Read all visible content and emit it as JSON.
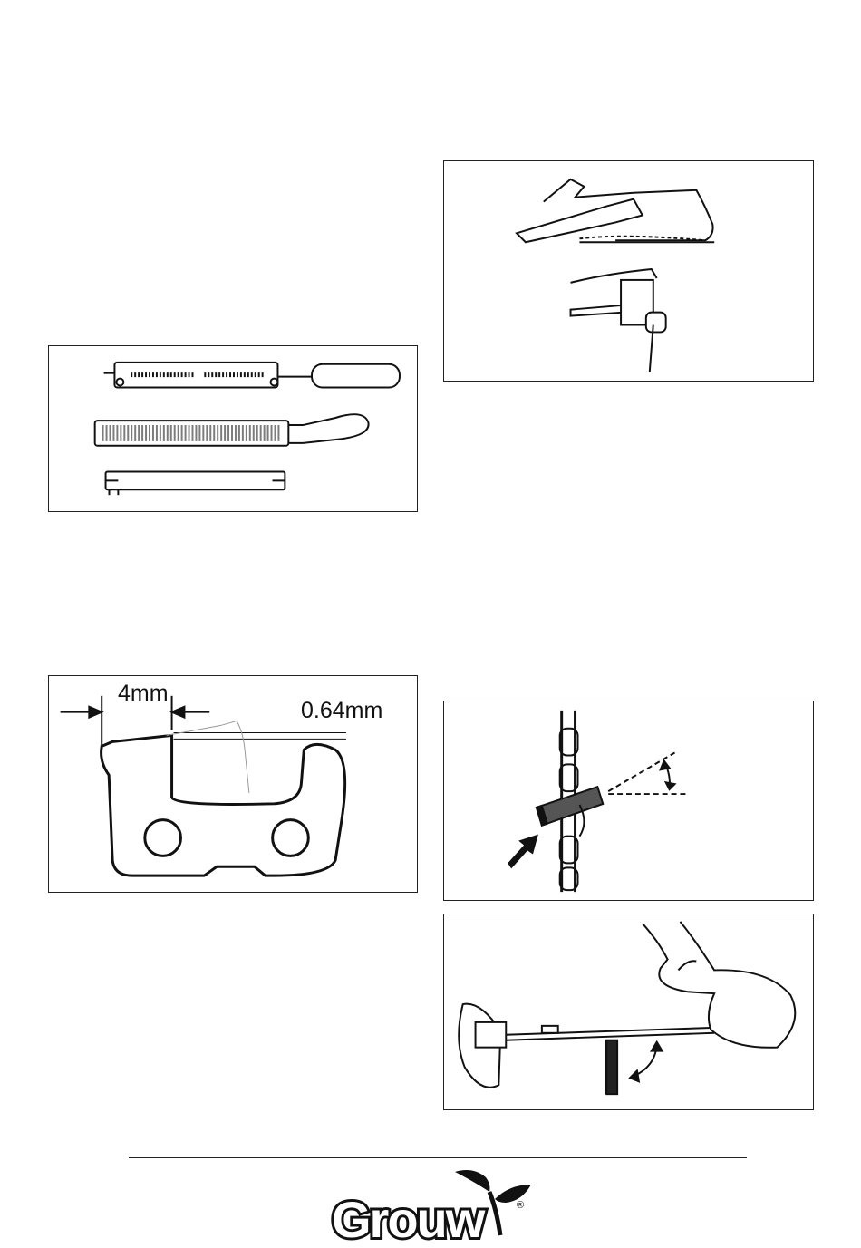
{
  "figures": {
    "tools": {},
    "stump_vise": {},
    "depth_gauge": {
      "width_label": "4mm",
      "depth_label": "0.64mm"
    },
    "file_angle": {},
    "file_holder": {}
  },
  "footer": {
    "brand": "Grouw",
    "registered_mark": "®"
  }
}
